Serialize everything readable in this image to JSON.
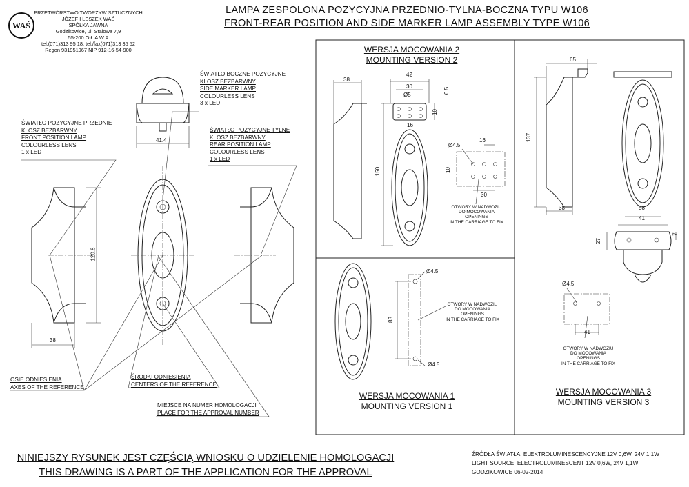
{
  "company": {
    "logo_text": "WAŚ",
    "lines": [
      "PRZETWÓRSTWO TWORZYW SZTUCZNYCH",
      "JÓZEF I LESZEK WAŚ",
      "SPÓŁKA JAWNA",
      "Godzikowice, ul. Stalowa 7,9",
      "55-200  O Ł A W A",
      "tel.(071)313 95 18, tel./fax(071)313 35 52",
      "Regon 931951967 NIP 912-16-54-900"
    ]
  },
  "title": {
    "pl": "LAMPA ZESPOLONA POZYCYJNA PRZEDNIO-TYLNA-BOCZNA TYPU W106",
    "en": "FRONT-REAR POSITION AND SIDE MARKER LAMP ASSEMBLY TYPE W106"
  },
  "labels": {
    "side_lamp": [
      "ŚWIATŁO BOCZNE POZYCYJNE",
      "KLOSZ BEZBARWNY",
      "SIDE MARKER LAMP",
      "COLOURLESS LENS",
      "3 x LED"
    ],
    "front_lamp": [
      "ŚWIATŁO POZYCYJNE PRZEDNIE",
      "KLOSZ BEZBARWNY",
      "FRONT POSITION LAMP",
      "COLOURLESS LENS",
      "1 x LED"
    ],
    "rear_lamp": [
      "ŚWIATŁO POZYCYJNE TYLNE",
      "KLOSZ BEZBARWNY",
      "REAR POSITION LAMP",
      "COLOURLESS LENS",
      "1 x LED"
    ],
    "axes": [
      "OSIE ODNIESIENIA",
      "AXES OF THE REFERENCE"
    ],
    "centers": [
      "ŚRODKI ODNIESIENIA",
      "CENTERS OF THE REFERENCE"
    ],
    "homologation": [
      "MIEJSCE NA NUMER HOMOLOGACJI",
      "PLACE FOR THE APPROVAL NUMBER"
    ]
  },
  "dims": {
    "top_width": "41.4",
    "height": "120.8",
    "depth": "38",
    "v2_depth": "38",
    "v2_width": "42",
    "v2_spacing": "30",
    "v2_hole": "Ø5",
    "v2_65": "6.5",
    "v2_10": "10",
    "v2_16": "16",
    "v2_height": "150",
    "v2_d45": "Ø4.5",
    "v2_16b": "16",
    "v2_10b": "10",
    "v2_30": "30",
    "v3_65": "65",
    "v3_137": "137",
    "v3_38": "38",
    "v3_58": "58",
    "v3_41": "41",
    "v3_27": "27",
    "v3_7": "7",
    "v3_d45": "Ø4.5",
    "v3_41b": "41",
    "v1_d45a": "Ø4.5",
    "v1_83": "83",
    "v1_d45b": "Ø4.5"
  },
  "holes_note": [
    "OTWORY W NADWOZIU",
    "DO MOCOWANIA",
    "OPENINGS",
    "IN THE CARRIAGE TO FIX"
  ],
  "versions": {
    "v2": [
      "WERSJA MOCOWANIA 2",
      "MOUNTING VERSION 2"
    ],
    "v1": [
      "WERSJA MOCOWANIA 1",
      "MOUNTING VERSION 1"
    ],
    "v3": [
      "WERSJA MOCOWANIA 3",
      "MOUNTING VERSION 3"
    ]
  },
  "footer": {
    "pl": "NINIEJSZY RYSUNEK JEST CZĘŚCIĄ WNIOSKU O  UDZIELENIE  HOMOLOGACJI",
    "en": "THIS DRAWING IS A PART OF THE APPLICATION FOR THE APPROVAL",
    "source_pl": "ŹRÓDŁA ŚWIATŁA: ELEKTROLUMINESCENCYJNE  12V  0,6W,  24V  1,1W",
    "source_en": "LIGHT SOURCE: ELECTROLUMINESCENT  12V  0,6W,  24V  1,1W",
    "date": "GODZIKOWICE 06-02-2014"
  }
}
